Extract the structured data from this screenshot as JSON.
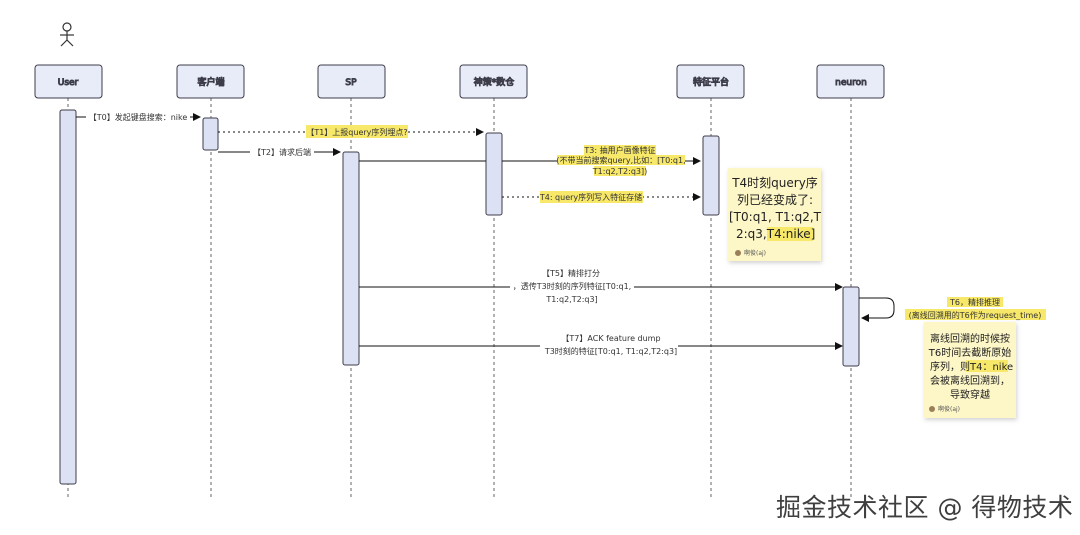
{
  "actor_icon": "stick-figure-icon",
  "lanes": [
    {
      "id": "user",
      "label": "User"
    },
    {
      "id": "client",
      "label": "客户端"
    },
    {
      "id": "sp",
      "label": "SP"
    },
    {
      "id": "shence",
      "label": "神策*数仓"
    },
    {
      "id": "feature",
      "label": "特征平台"
    },
    {
      "id": "neuron",
      "label": "neuron"
    }
  ],
  "messages": {
    "t0": "【T0】发起键盘搜索：nike",
    "t1": "【T1】上报query序列埋点?",
    "t2": "【T2】请求后端",
    "t3": [
      "T3: 抽用户画像特征",
      "(不带当前搜索query,比如：[T0:q1,",
      "T1:q2,T2:q3])"
    ],
    "t4": "T4:  query序列写入特征存储",
    "t5": [
      "【T5】精排打分",
      "，透传T3时刻的序列特征[T0:q1,",
      "T1:q2,T2:q3]"
    ],
    "t6": [
      "T6，精排推理",
      "(离线回溯用的T6作为request_time)"
    ],
    "t7": [
      "【T7】ACK feature dump",
      "T3时刻的特征[T0:q1, T1:q2,T2:q3]"
    ]
  },
  "notes": {
    "note1": {
      "lines": [
        "T4时刻query序",
        "列已经变成了:",
        "[T0:q1, T1:q2,T",
        "2:q3,",
        "T4:nike",
        "]"
      ],
      "author": "啊俊(aj)"
    },
    "note2": {
      "lines": [
        "离线回溯的时候按",
        "T6时间去截断原始",
        "序列，则",
        "T4：nike",
        "会被离线回溯到，",
        "导致穿越"
      ],
      "author": "啊俊(aj)"
    }
  },
  "colors": {
    "lane_fill": "#e8ebf8",
    "lane_stroke": "#3d3d4a",
    "highlight": "#f7e86a",
    "note_fill": "#fdf6c7"
  },
  "watermark": "掘金技术社区 @ 得物技术"
}
